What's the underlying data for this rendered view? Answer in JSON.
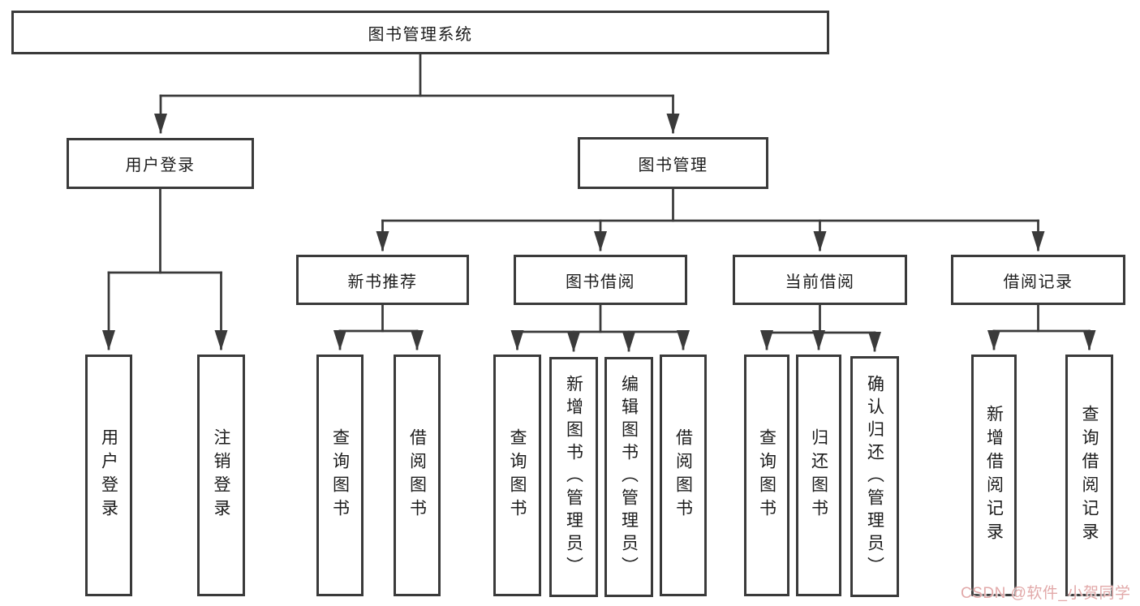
{
  "diagram": {
    "type": "tree",
    "root": {
      "label": "图书管理系统",
      "children": [
        {
          "label": "用户登录",
          "children": [
            {
              "label": "用户登录"
            },
            {
              "label": "注销登录"
            }
          ]
        },
        {
          "label": "图书管理",
          "children": [
            {
              "label": "新书推荐",
              "children": [
                {
                  "label": "查询图书"
                },
                {
                  "label": "借阅图书"
                }
              ]
            },
            {
              "label": "图书借阅",
              "children": [
                {
                  "label": "查询图书"
                },
                {
                  "label": "新增图书（管理员）"
                },
                {
                  "label": "编辑图书（管理员）"
                },
                {
                  "label": "借阅图书"
                }
              ]
            },
            {
              "label": "当前借阅",
              "children": [
                {
                  "label": "查询图书"
                },
                {
                  "label": "归还图书"
                },
                {
                  "label": "确认归还（管理员）"
                }
              ]
            },
            {
              "label": "借阅记录",
              "children": [
                {
                  "label": "新增借阅记录"
                },
                {
                  "label": "查询借阅记录"
                }
              ]
            }
          ]
        }
      ]
    }
  },
  "colors": {
    "line": "#3a3a3a",
    "text": "#1c1c1c",
    "background": "#ffffff",
    "watermark": "#e2a9a9"
  },
  "watermark": {
    "text": "CSDN @软件_小贺同学"
  }
}
